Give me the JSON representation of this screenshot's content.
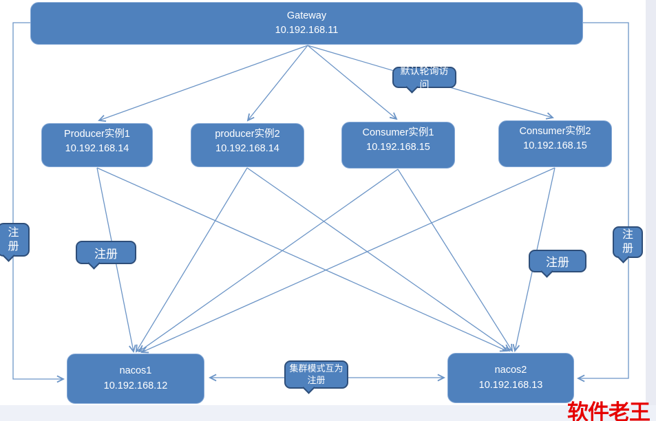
{
  "nodes": {
    "gateway": {
      "name": "Gateway",
      "ip": "10.192.168.11"
    },
    "producer1": {
      "name": "Producer实例1",
      "ip": "10.192.168.14"
    },
    "producer2": {
      "name": "producer实例2",
      "ip": "10.192.168.14"
    },
    "consumer1": {
      "name": "Consumer实例1",
      "ip": "10.192.168.15"
    },
    "consumer2": {
      "name": "Consumer实例2",
      "ip": "10.192.168.15"
    },
    "nacos1": {
      "name": "nacos1",
      "ip": "10.192.168.12"
    },
    "nacos2": {
      "name": "nacos2",
      "ip": "10.192.168.13"
    }
  },
  "callouts": {
    "round_robin": "默认轮询访问",
    "register_left_vertical": "注册",
    "register_left": "注册",
    "register_right": "注册",
    "register_right_vertical": "注册",
    "cluster_mode": "集群模式互为注册"
  },
  "edges": [
    {
      "from": "Gateway",
      "to": "Producer实例1"
    },
    {
      "from": "Gateway",
      "to": "producer实例2"
    },
    {
      "from": "Gateway",
      "to": "Consumer实例1"
    },
    {
      "from": "Gateway",
      "to": "Consumer实例2",
      "label": "默认轮询访问"
    },
    {
      "from": "Gateway",
      "to": "nacos1",
      "label": "注册",
      "style": "elbow"
    },
    {
      "from": "Gateway",
      "to": "nacos2",
      "label": "注册",
      "style": "elbow"
    },
    {
      "from": "Producer实例1",
      "to": "nacos1",
      "label": "注册"
    },
    {
      "from": "Producer实例1",
      "to": "nacos2"
    },
    {
      "from": "producer实例2",
      "to": "nacos1"
    },
    {
      "from": "producer实例2",
      "to": "nacos2"
    },
    {
      "from": "Consumer实例1",
      "to": "nacos1"
    },
    {
      "from": "Consumer实例1",
      "to": "nacos2"
    },
    {
      "from": "Consumer实例2",
      "to": "nacos1"
    },
    {
      "from": "Consumer实例2",
      "to": "nacos2",
      "label": "注册"
    },
    {
      "from": "nacos1",
      "to": "nacos2",
      "label": "集群模式互为注册",
      "bidirectional": true
    }
  ],
  "watermark": "软件老王",
  "colors": {
    "node_fill": "#4f81bd",
    "callout_border": "#2e4e79",
    "connector": "#6b94c6",
    "watermark": "#e60000",
    "right_strip": "#e9ebf3",
    "bottom_strip": "#eef1f8"
  }
}
